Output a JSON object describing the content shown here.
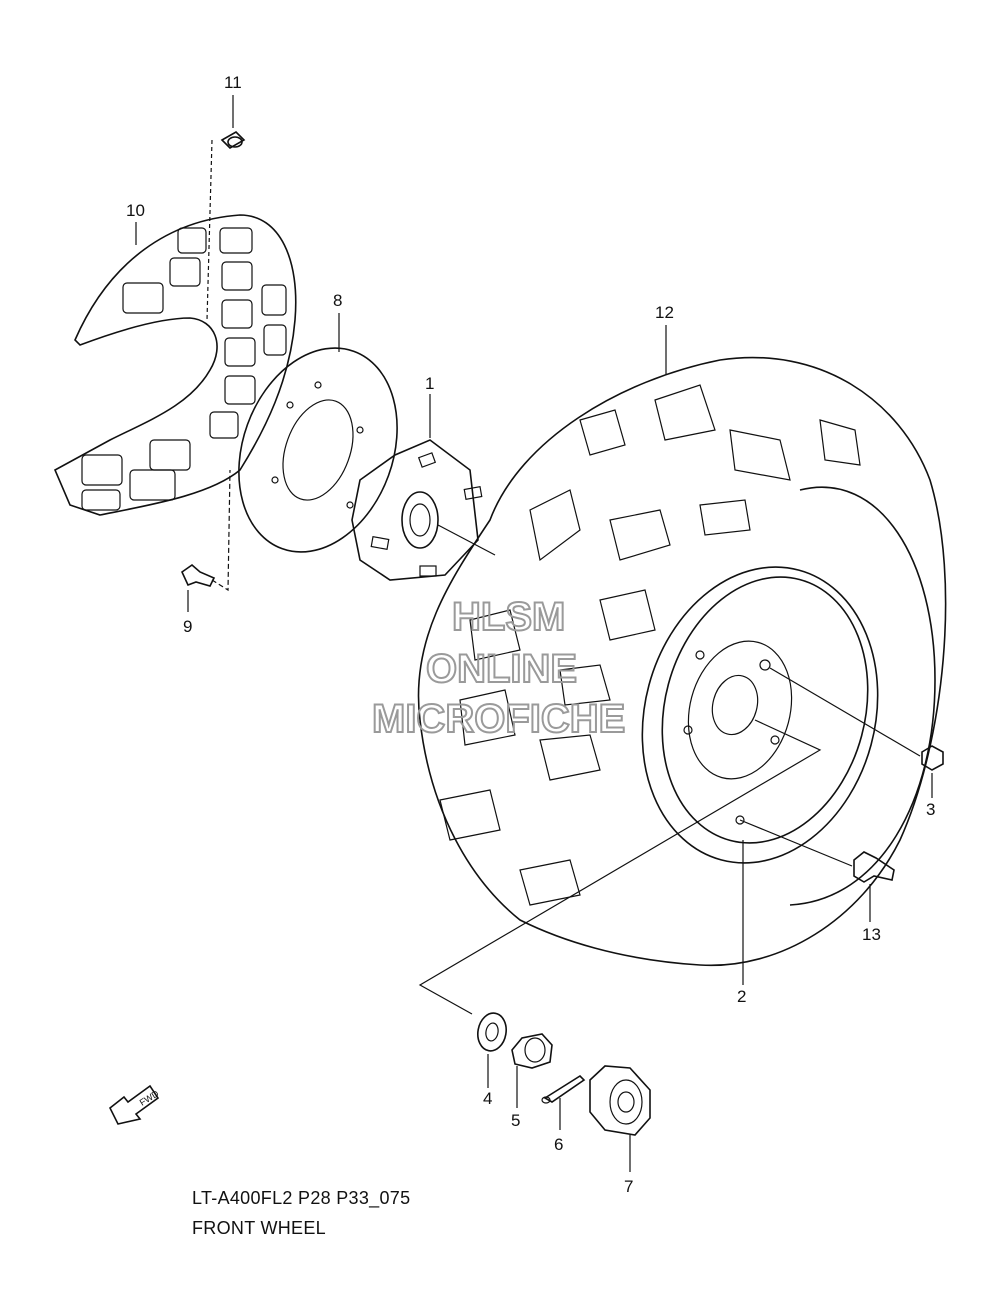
{
  "diagram": {
    "model_code": "LT-A400FL2 P28 P33_075",
    "section_title": "FRONT WHEEL",
    "watermark": [
      "HLSM",
      "ONLINE",
      "MICROFICHE"
    ],
    "fwd_arrow_label": "FWD",
    "callouts": [
      {
        "id": "callout-1",
        "label": "1"
      },
      {
        "id": "callout-2",
        "label": "2"
      },
      {
        "id": "callout-3",
        "label": "3"
      },
      {
        "id": "callout-4",
        "label": "4"
      },
      {
        "id": "callout-5",
        "label": "5"
      },
      {
        "id": "callout-6",
        "label": "6"
      },
      {
        "id": "callout-7",
        "label": "7"
      },
      {
        "id": "callout-8",
        "label": "8"
      },
      {
        "id": "callout-9",
        "label": "9"
      },
      {
        "id": "callout-10",
        "label": "10"
      },
      {
        "id": "callout-11",
        "label": "11"
      },
      {
        "id": "callout-12",
        "label": "12"
      },
      {
        "id": "callout-13",
        "label": "13"
      }
    ]
  }
}
